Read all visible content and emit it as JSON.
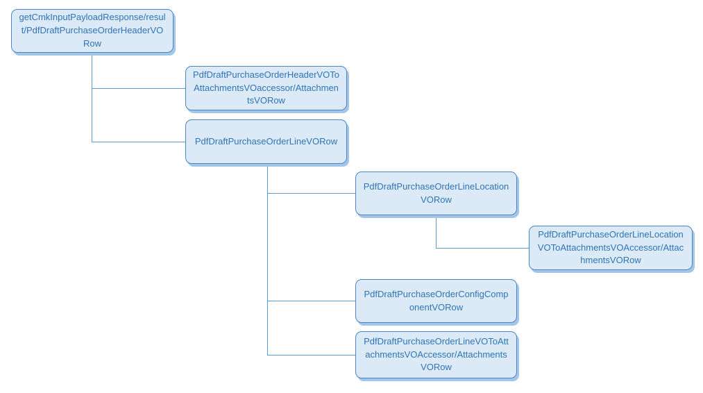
{
  "tree": {
    "label": "getCmkInputPayloadResponse/result/PdfDraftPurchaseOrderHeaderVORow",
    "children": [
      {
        "label": "PdfDraftPurchaseOrderHeaderVOToAttachmentsVOaccessor/AttachmentsVORow"
      },
      {
        "label": "PdfDraftPurchaseOrderLineVORow",
        "children": [
          {
            "label": "PdfDraftPurchaseOrderLineLocationVORow",
            "children": [
              {
                "label": "PdfDraftPurchaseOrderLineLocationVOToAttachmentsVOAccessor/AttachmentsVORow"
              }
            ]
          },
          {
            "label": "PdfDraftPurchaseOrderConfigComponentVORow"
          },
          {
            "label": "PdfDraftPurchaseOrderLineVOToAttachmentsVOAccessor/AttachmentsVORow"
          }
        ]
      }
    ]
  },
  "colors": {
    "node_fill": "#dce9f7",
    "node_border": "#4a86c5",
    "node_text": "#2e75b6",
    "node_shadow": "#a3c6e8",
    "connector": "#5b9bd5"
  }
}
